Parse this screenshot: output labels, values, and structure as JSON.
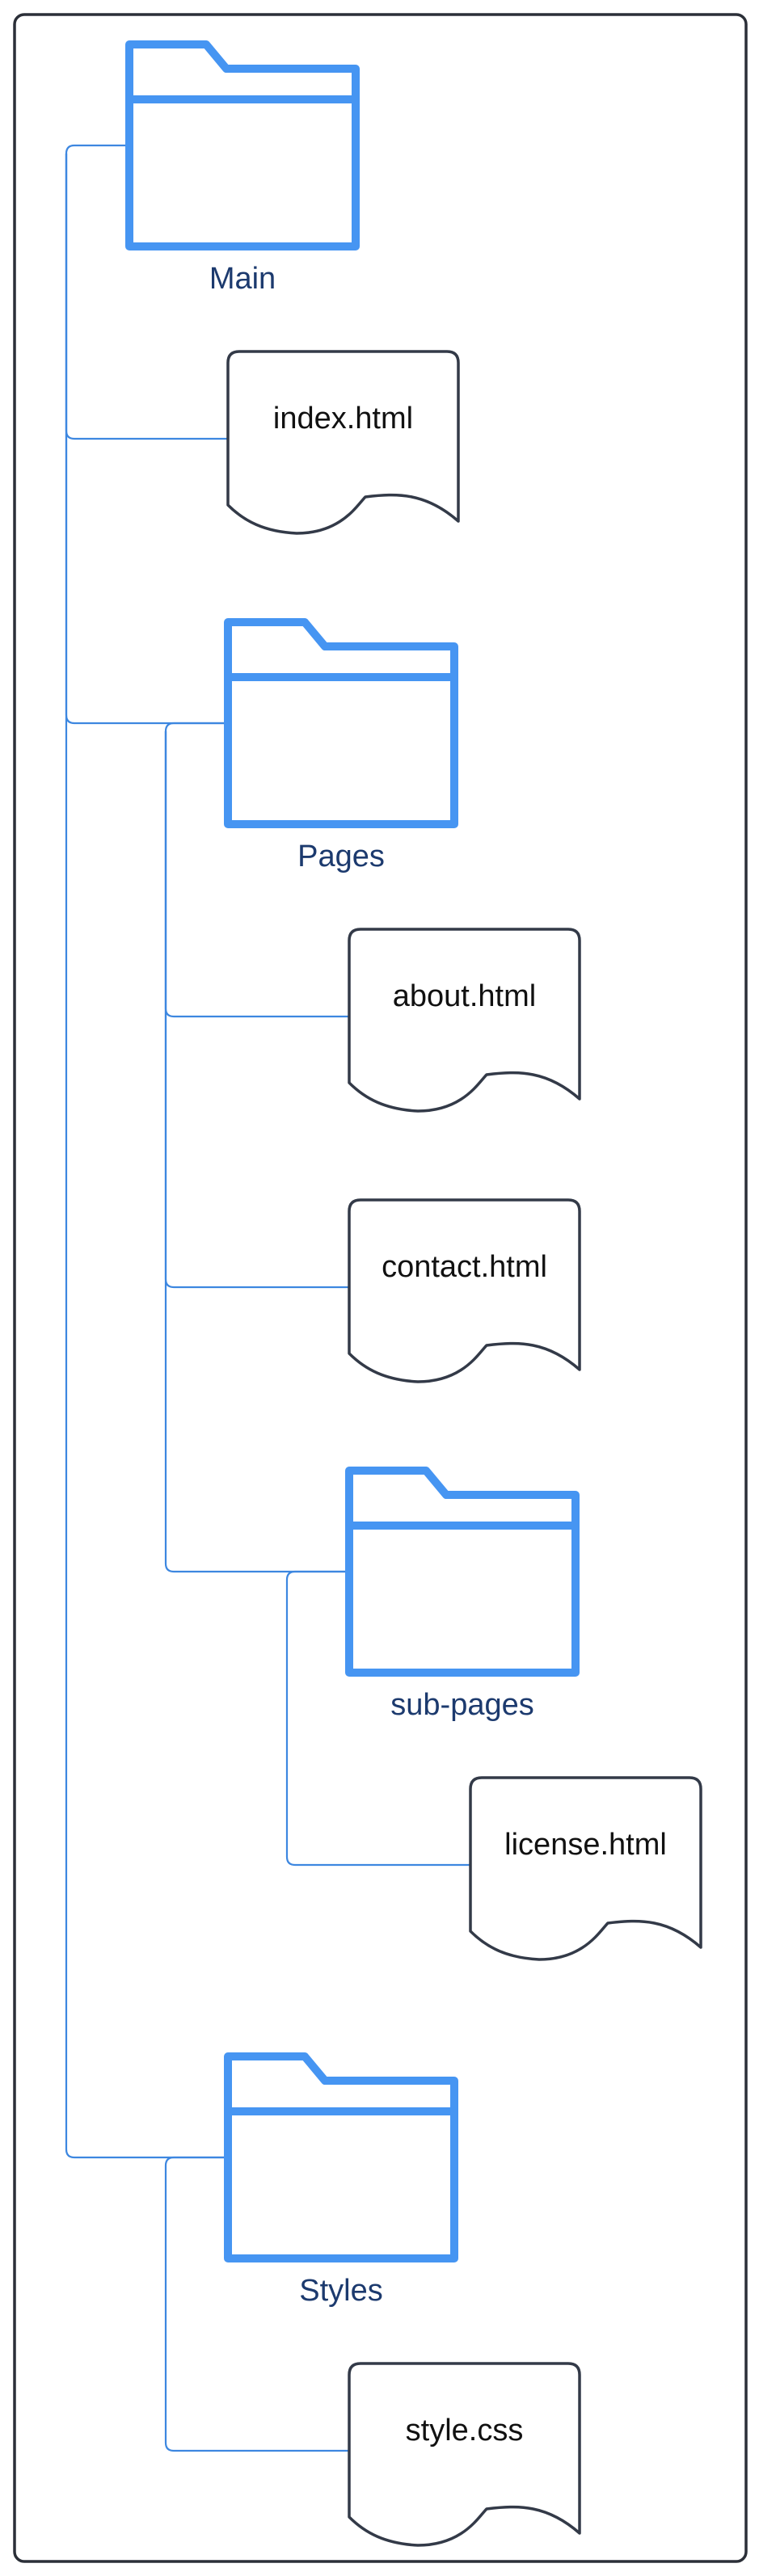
{
  "diagram": {
    "type": "file-tree",
    "colors": {
      "folder_stroke": "#4695f2",
      "connector": "#3d87e0",
      "folder_label": "#1c3a6e",
      "file_stroke": "#333a48",
      "file_label": "#111111",
      "frame": "#2b2f38"
    },
    "nodes": [
      {
        "id": "main",
        "kind": "folder",
        "label": "Main",
        "icon": "folder-icon"
      },
      {
        "id": "index",
        "kind": "file",
        "label": "index.html",
        "parent": "main",
        "icon": "document-icon"
      },
      {
        "id": "pages",
        "kind": "folder",
        "label": "Pages",
        "parent": "main",
        "icon": "folder-icon"
      },
      {
        "id": "about",
        "kind": "file",
        "label": "about.html",
        "parent": "pages",
        "icon": "document-icon"
      },
      {
        "id": "contact",
        "kind": "file",
        "label": "contact.html",
        "parent": "pages",
        "icon": "document-icon"
      },
      {
        "id": "subpages",
        "kind": "folder",
        "label": "sub-pages",
        "parent": "pages",
        "icon": "folder-icon"
      },
      {
        "id": "license",
        "kind": "file",
        "label": "license.html",
        "parent": "subpages",
        "icon": "document-icon"
      },
      {
        "id": "styles",
        "kind": "folder",
        "label": "Styles",
        "parent": "main",
        "icon": "folder-icon"
      },
      {
        "id": "style",
        "kind": "file",
        "label": "style.css",
        "parent": "styles",
        "icon": "document-icon"
      }
    ]
  }
}
